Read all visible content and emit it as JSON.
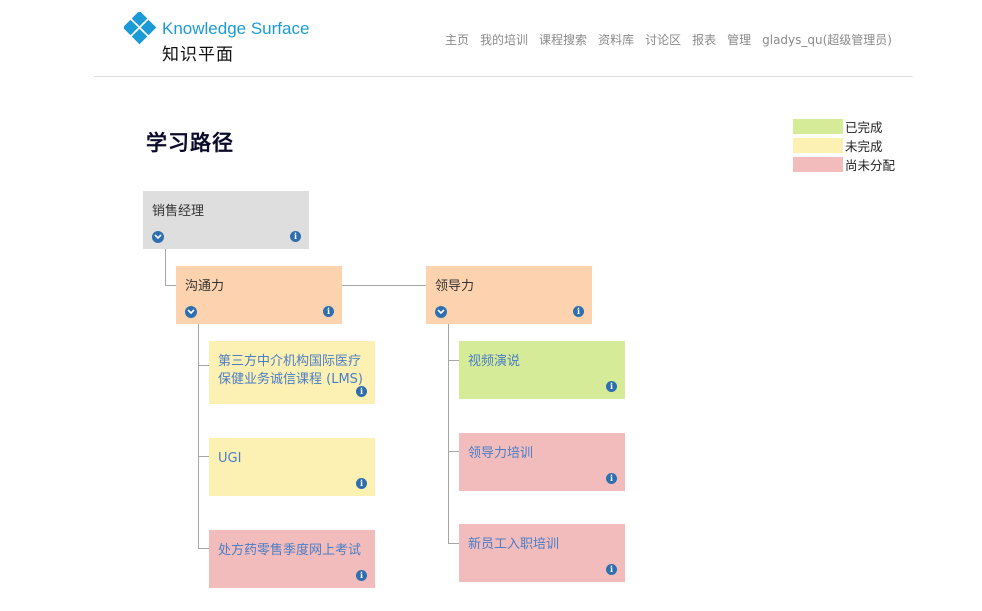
{
  "brand": {
    "name_en": "Knowledge Surface",
    "name_cn": "知识平面",
    "color": "#1a9ad6"
  },
  "nav": {
    "items": [
      "主页",
      "我的培训",
      "课程搜索",
      "资料库",
      "讨论区",
      "报表",
      "管理",
      "gladys_qu(超级管理员)"
    ]
  },
  "page": {
    "title": "学习路径"
  },
  "legend": [
    {
      "label": "已完成",
      "color": "#d5eb98"
    },
    {
      "label": "未完成",
      "color": "#fdf0b3"
    },
    {
      "label": "尚未分配",
      "color": "#f2bcbc"
    }
  ],
  "tree": {
    "root": {
      "label": "销售经理",
      "color": "#dedede"
    },
    "branches": [
      {
        "label": "沟通力",
        "color": "#fcd3ae",
        "children": [
          {
            "label": "第三方中介机构国际医疗保健业务诚信课程 (LMS)",
            "status": "未完成"
          },
          {
            "label": "UGI",
            "status": "未完成"
          },
          {
            "label": "处方药零售季度网上考试",
            "status": "尚未分配"
          }
        ]
      },
      {
        "label": "领导力",
        "color": "#fcd3ae",
        "children": [
          {
            "label": "视频演说",
            "status": "已完成"
          },
          {
            "label": "领导力培训",
            "status": "尚未分配"
          },
          {
            "label": "新员工入职培训",
            "status": "尚未分配"
          }
        ]
      }
    ]
  },
  "icons": {
    "expand": "chevron-down-icon",
    "info": "info-icon"
  }
}
